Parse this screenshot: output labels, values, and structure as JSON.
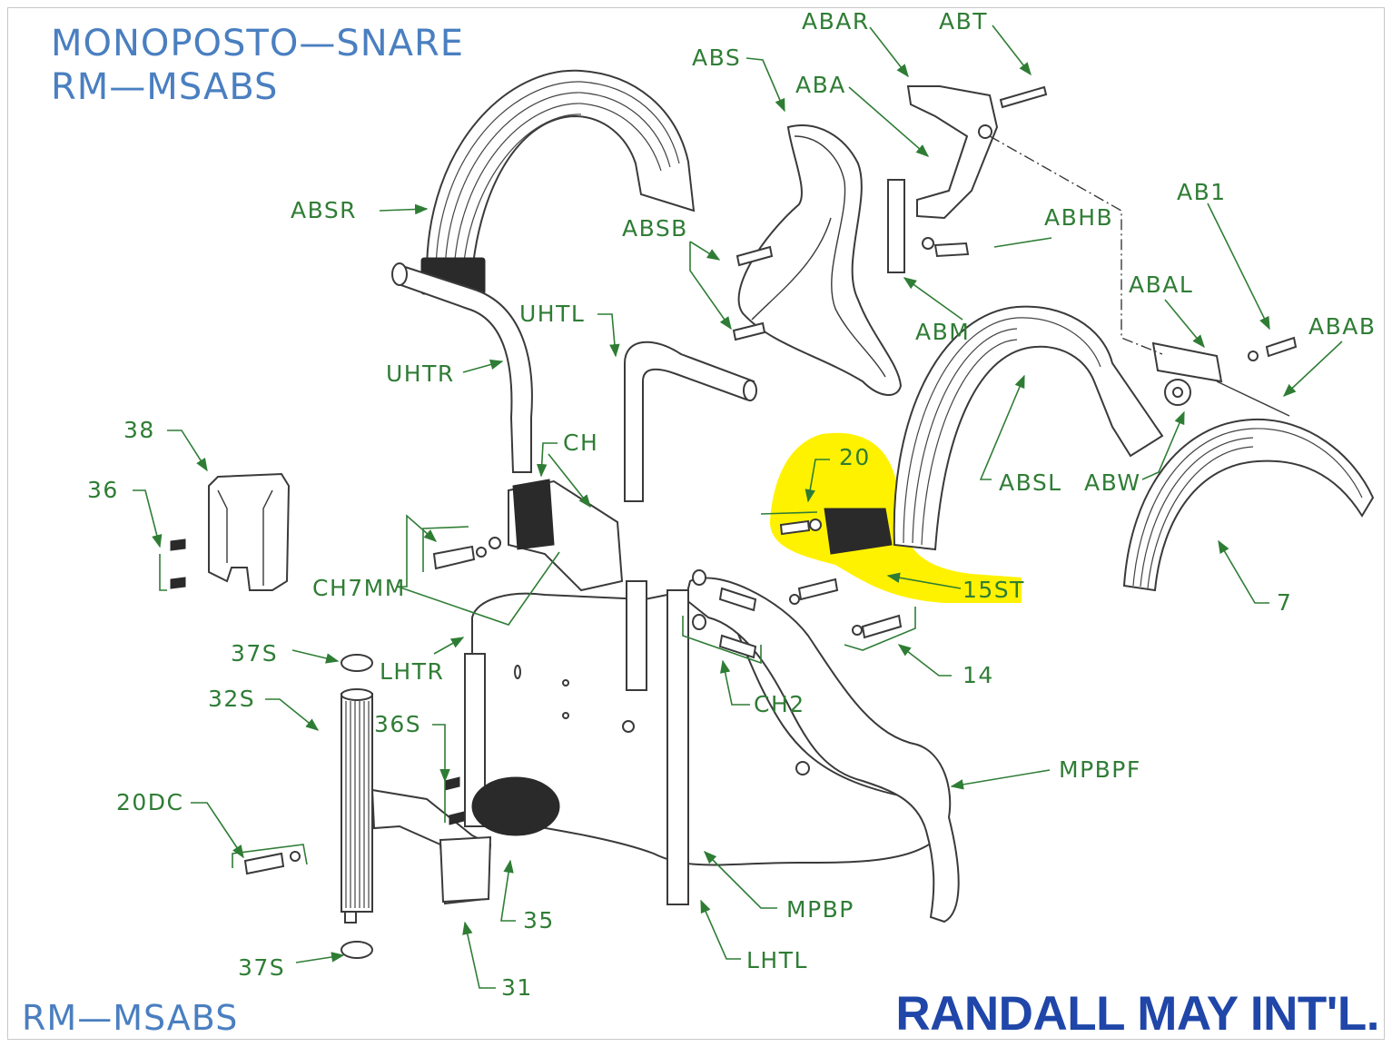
{
  "title": {
    "line1": "MONOPOSTO—SNARE",
    "line2": "RM—MSABS"
  },
  "footer": {
    "code": "RM—MSABS",
    "brand": "RANDALL MAY INT'L."
  },
  "highlight": {
    "color": "#fff200",
    "parts": [
      "20",
      "15ST"
    ]
  },
  "colors": {
    "label": "#2f7d35",
    "title": "#4a7fc0",
    "brand": "#1f46a8",
    "line": "#3a3a3a"
  },
  "part_labels": [
    "ABAR",
    "ABT",
    "ABS",
    "ABA",
    "ABSR",
    "ABSB",
    "ABHB",
    "AB1",
    "ABAL",
    "ABM",
    "ABAB",
    "UHTL",
    "UHTR",
    "38",
    "36",
    "CH",
    "20",
    "ABSL",
    "ABW",
    "CH7MM",
    "15ST",
    "7",
    "37S",
    "LHTR",
    "32S",
    "14",
    "CH2",
    "36S",
    "MPBPF",
    "20DC",
    "MPBP",
    "35",
    "LHTL",
    "37S",
    "31"
  ]
}
